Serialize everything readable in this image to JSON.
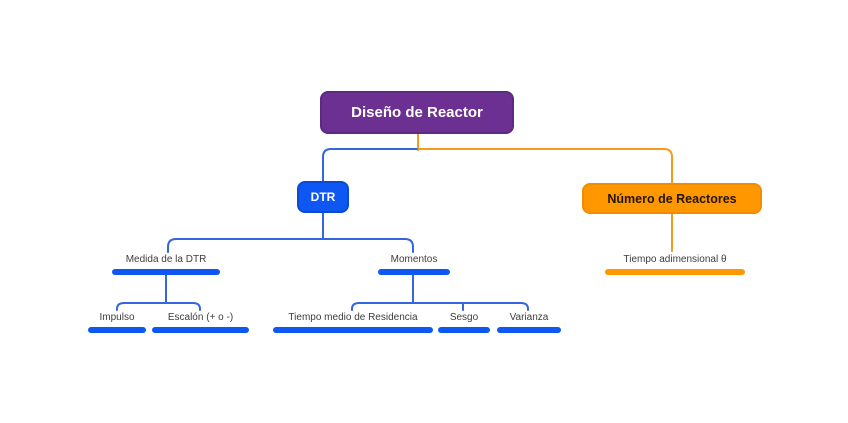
{
  "app": {
    "background_color": "#FFFFFF",
    "diagram_type": "mindmap"
  },
  "colors": {
    "root_fill": "#6B3091",
    "root_border": "#5C2A80",
    "blue_fill": "#0F57F2",
    "blue_line": "#3566DE",
    "orange_fill": "#FF9800",
    "orange_line": "#F49B1F",
    "label_text": "#3D3D3D",
    "root_text": "#FFFFFF",
    "orange_node_text": "#221500"
  },
  "tree": {
    "root": {
      "label": "Diseño de Reactor",
      "color": "#6B3091"
    },
    "children": [
      {
        "label": "DTR",
        "color": "#0F57F2",
        "children": [
          {
            "label": "Medida de la DTR",
            "children": [
              {
                "label": "Impulso"
              },
              {
                "label": "Escalón (+ o -)"
              }
            ]
          },
          {
            "label": "Momentos",
            "children": [
              {
                "label": "Tiempo medio de Residencia"
              },
              {
                "label": "Sesgo"
              },
              {
                "label": "Varianza"
              }
            ]
          }
        ]
      },
      {
        "label": "Número de Reactores",
        "color": "#FF9800",
        "children": [
          {
            "label": "Tiempo adimensional θ"
          }
        ]
      }
    ]
  }
}
